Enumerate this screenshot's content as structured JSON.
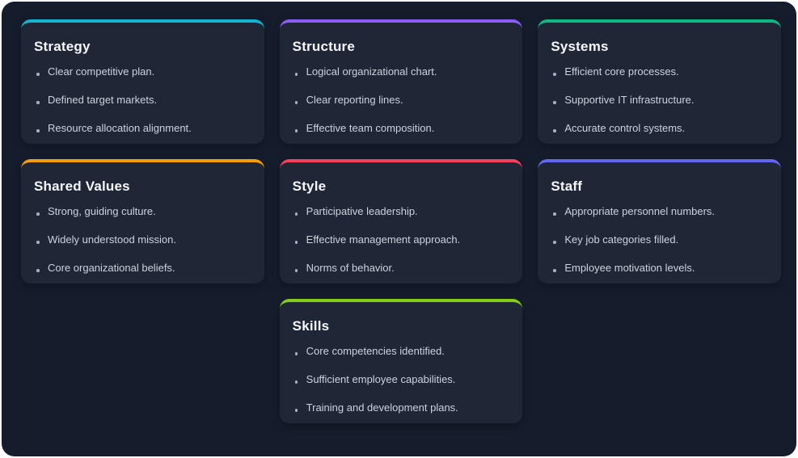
{
  "theme": {
    "outer_bg": "#ffffff",
    "page_bg": "#151c2b",
    "card_bg": "#1f2737",
    "heading_color": "#f5f7fa",
    "text_color": "#ccd2dc",
    "bullet_color": "#a9b1bf"
  },
  "cards": [
    {
      "id": "strategy",
      "title": "Strategy",
      "accent": "#12b4cf",
      "items": [
        "Clear competitive plan.",
        "Defined target markets.",
        "Resource allocation alignment."
      ]
    },
    {
      "id": "structure",
      "title": "Structure",
      "accent": "#8b5cf6",
      "items": [
        "Logical organizational chart.",
        "Clear reporting lines.",
        "Effective team composition."
      ]
    },
    {
      "id": "systems",
      "title": "Systems",
      "accent": "#10b981",
      "items": [
        "Efficient core processes.",
        "Supportive IT infrastructure.",
        "Accurate control systems."
      ]
    },
    {
      "id": "shared-values",
      "title": "Shared Values",
      "accent": "#f59e0b",
      "items": [
        "Strong, guiding culture.",
        "Widely understood mission.",
        "Core organizational beliefs."
      ]
    },
    {
      "id": "style",
      "title": "Style",
      "accent": "#f43f5e",
      "items": [
        "Participative leadership.",
        "Effective management approach.",
        "Norms of behavior."
      ]
    },
    {
      "id": "staff",
      "title": "Staff",
      "accent": "#6366f1",
      "items": [
        "Appropriate personnel numbers.",
        "Key job categories filled.",
        "Employee motivation levels."
      ]
    },
    {
      "id": "skills",
      "title": "Skills",
      "accent": "#84cc16",
      "items": [
        "Core competencies identified.",
        "Sufficient employee capabilities.",
        "Training and development plans."
      ]
    }
  ]
}
